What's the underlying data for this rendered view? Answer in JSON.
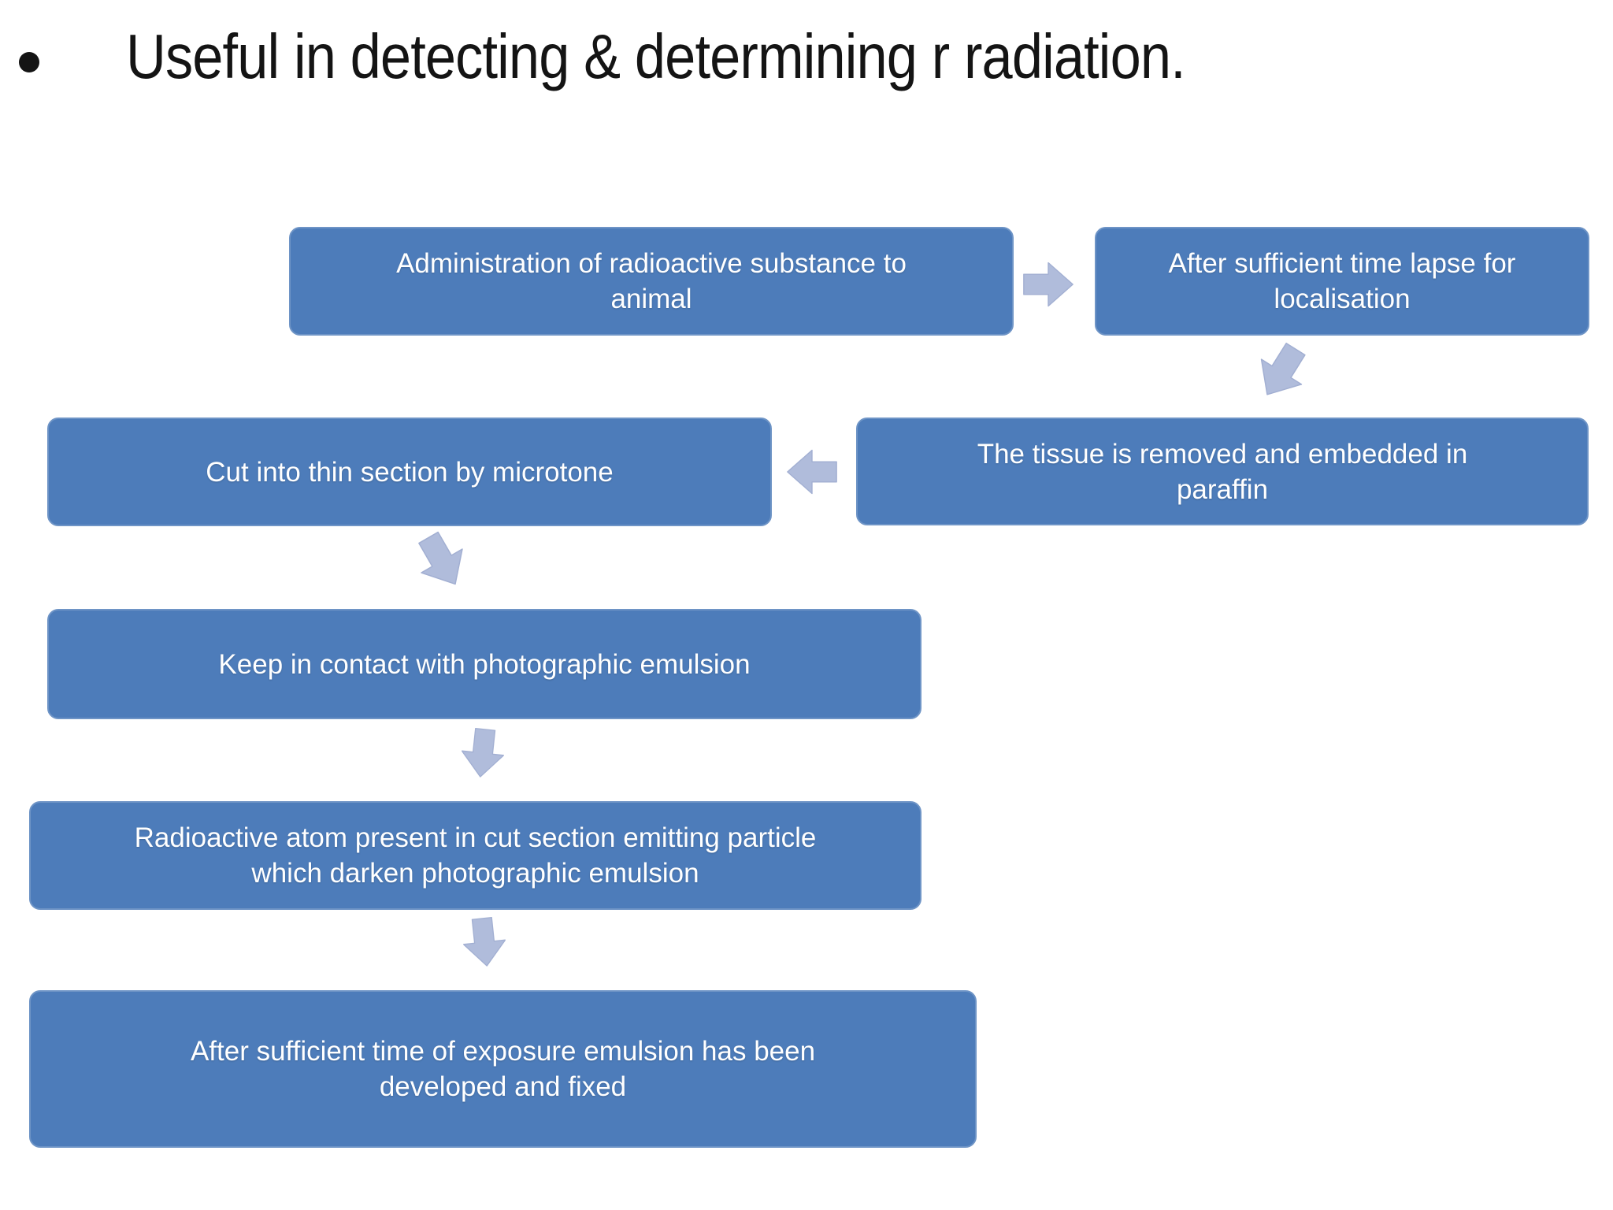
{
  "slide": {
    "title": "Useful in detecting & determining r radiation.",
    "bullet_style": "filled-circle"
  },
  "flowchart": {
    "boxes": [
      {
        "id": 1,
        "label": "Administration of radioactive substance to\nanimal"
      },
      {
        "id": 2,
        "label": "After sufficient time lapse for\nlocalisation"
      },
      {
        "id": 3,
        "label": "The tissue is removed and embedded in\nparaffin"
      },
      {
        "id": 4,
        "label": "Cut into thin section by microtone"
      },
      {
        "id": 5,
        "label": "Keep in contact with photographic emulsion"
      },
      {
        "id": 6,
        "label": "Radioactive atom present in cut section emitting particle\nwhich darken photographic emulsion"
      },
      {
        "id": 7,
        "label": "After sufficient time of exposure emulsion has been\ndeveloped and fixed"
      }
    ],
    "arrows": [
      {
        "from": 1,
        "to": 2,
        "direction": "right"
      },
      {
        "from": 2,
        "to": 3,
        "direction": "down-tilted-left"
      },
      {
        "from": 3,
        "to": 4,
        "direction": "left"
      },
      {
        "from": 4,
        "to": 5,
        "direction": "down-tilted-right"
      },
      {
        "from": 5,
        "to": 6,
        "direction": "down"
      },
      {
        "from": 6,
        "to": 7,
        "direction": "down"
      }
    ]
  },
  "theme": {
    "box-fill": "#4d7cba",
    "box-border": "#6e94c6",
    "box-text": "#ffffff",
    "arrow-fill": "#b0bcdb",
    "arrow-stroke": "#a2afd2",
    "title-color": "#141414",
    "background": "#ffffff"
  }
}
